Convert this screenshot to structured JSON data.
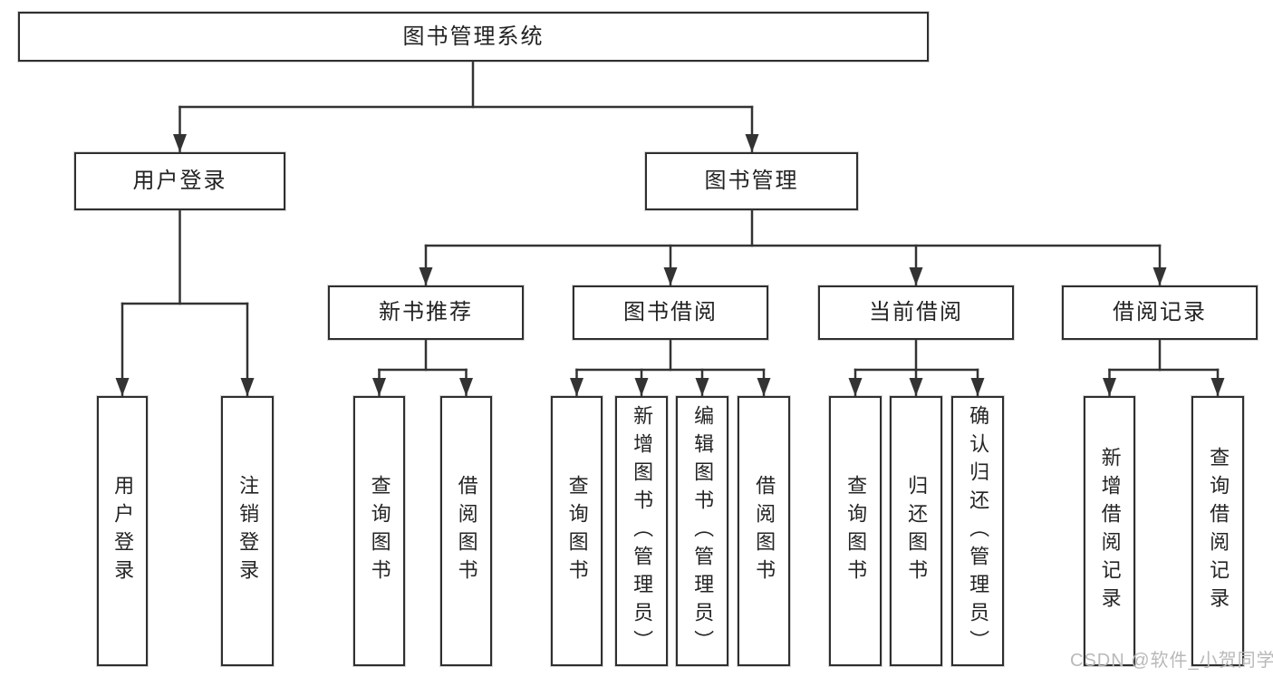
{
  "tree": {
    "root": {
      "label": "图书管理系统"
    },
    "branches": [
      {
        "label": "用户登录",
        "children": [
          {
            "label": "用户登录"
          },
          {
            "label": "注销登录"
          }
        ]
      },
      {
        "label": "图书管理",
        "groups": [
          {
            "label": "新书推荐",
            "children": [
              {
                "label": "查询图书"
              },
              {
                "label": "借阅图书"
              }
            ]
          },
          {
            "label": "图书借阅",
            "children": [
              {
                "label": "查询图书"
              },
              {
                "label": "新增图书（管理员）"
              },
              {
                "label": "编辑图书（管理员）"
              },
              {
                "label": "借阅图书"
              }
            ]
          },
          {
            "label": "当前借阅",
            "children": [
              {
                "label": "查询图书"
              },
              {
                "label": "归还图书"
              },
              {
                "label": "确认归还（管理员）"
              }
            ]
          },
          {
            "label": "借阅记录",
            "children": [
              {
                "label": "新增借阅记录"
              },
              {
                "label": "查询借阅记录"
              }
            ]
          }
        ]
      }
    ]
  },
  "watermark": {
    "text": "CSDN @软件_小贺同学"
  },
  "colors": {
    "line": "#333333",
    "box_border": "#2f2f2f",
    "text": "#222222",
    "watermark": "#b9b9b9"
  }
}
